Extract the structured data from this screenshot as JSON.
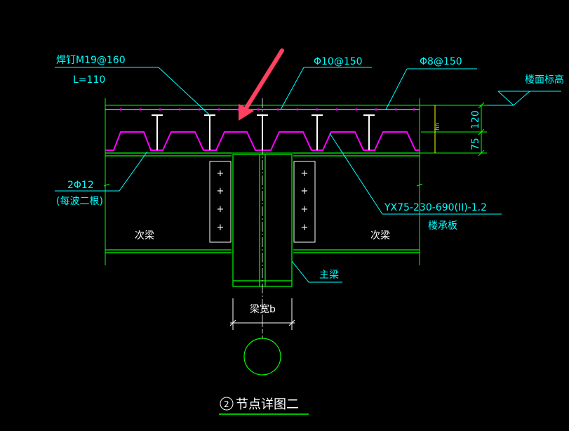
{
  "labels": {
    "weld_stud": "焊钉M19@160",
    "stud_length": "L=110",
    "rebar_top_mid": "Φ10@150",
    "rebar_top_right": "Φ8@150",
    "floor_level": "楼面标高",
    "dim_120": "120",
    "dim_75": "75",
    "dim_small": "hn",
    "bottom_bars": "2Φ12",
    "bottom_bars_note": "(每波二根)",
    "deck_model": "YX75-230-690(II)-1.2",
    "deck_name": "楼承板",
    "secondary_beam_left": "次梁",
    "secondary_beam_right": "次梁",
    "main_beam": "主梁",
    "beam_width": "梁宽b",
    "detail_number": "2",
    "detail_title": "节点详图二"
  },
  "colors": {
    "background": "#000000",
    "structure": "#00ff00",
    "leader": "#00ffff",
    "deck": "#ff00ff",
    "text": "#00ffff",
    "studs": "#ffffff",
    "arrow": "#ff4060",
    "rebar": "#a0a0ff",
    "dimension": "#ffff00"
  }
}
